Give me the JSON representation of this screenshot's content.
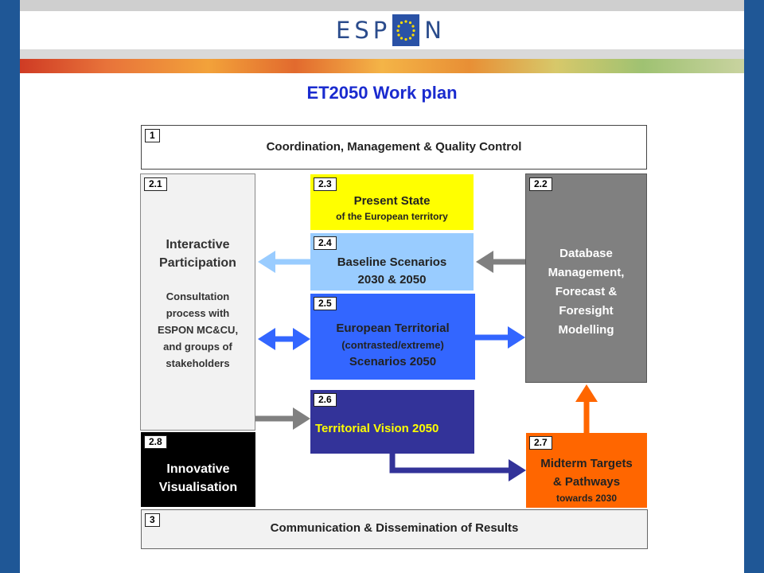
{
  "header": {
    "logo_left": "ESP",
    "logo_right": "N",
    "title": "ET2050 Work plan"
  },
  "boxes": {
    "b1": {
      "num": "1",
      "line1": "Coordination, Management & Quality Control"
    },
    "b21": {
      "num": "2.1",
      "title1": "Interactive",
      "title2": "Participation",
      "body1": "Consultation",
      "body2": "process with",
      "body3": "ESPON MC&CU,",
      "body4": "and groups of",
      "body5": "stakeholders"
    },
    "b22": {
      "num": "2.2",
      "line1": "Database",
      "line2": "Management,",
      "line3": "Forecast &",
      "line4": "Foresight",
      "line5": "Modelling"
    },
    "b23": {
      "num": "2.3",
      "line1": "Present State",
      "line2": "of the European territory"
    },
    "b24": {
      "num": "2.4",
      "line1": "Baseline Scenarios",
      "line2": "2030 & 2050"
    },
    "b25": {
      "num": "2.5",
      "line1": "European Territorial",
      "line2": "(contrasted/extreme)",
      "line3": "Scenarios 2050"
    },
    "b26": {
      "num": "2.6",
      "line1": "Territorial Vision 2050"
    },
    "b27": {
      "num": "2.7",
      "line1": "Midterm Targets",
      "line2": "& Pathways",
      "line3": "towards 2030"
    },
    "b28": {
      "num": "2.8",
      "line1": "Innovative",
      "line2": "Visualisation"
    },
    "b3": {
      "num": "3",
      "line1": "Communication & Dissemination of Results"
    }
  },
  "colors": {
    "frame_blue": "#1f5796",
    "title_blue": "#1a2bcf",
    "box_yellow": "#ffff00",
    "box_light_blue": "#99ccff",
    "box_blue": "#3366ff",
    "box_navy": "#333399",
    "box_orange": "#ff6600",
    "box_grey": "#808080",
    "box_light_grey": "#f2f2f2",
    "box_black": "#000000"
  }
}
